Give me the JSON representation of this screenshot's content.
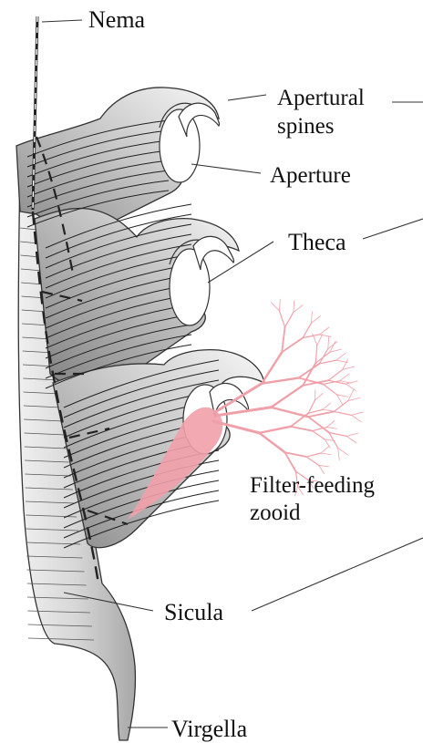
{
  "labels": {
    "nema": "Nema",
    "apertural_spines_line1": "Apertural",
    "apertural_spines_line2": "spines",
    "aperture": "Aperture",
    "theca": "Theca",
    "filter_feeding_line1": "Filter-feeding",
    "filter_feeding_line2": "zooid",
    "sicula": "Sicula",
    "virgella": "Virgella"
  },
  "colors": {
    "outline": "#333333",
    "shade_dark": "#8c8c8c",
    "shade_light": "#f4f4f4",
    "zooid": "#f2a0aa",
    "text": "#111111"
  }
}
